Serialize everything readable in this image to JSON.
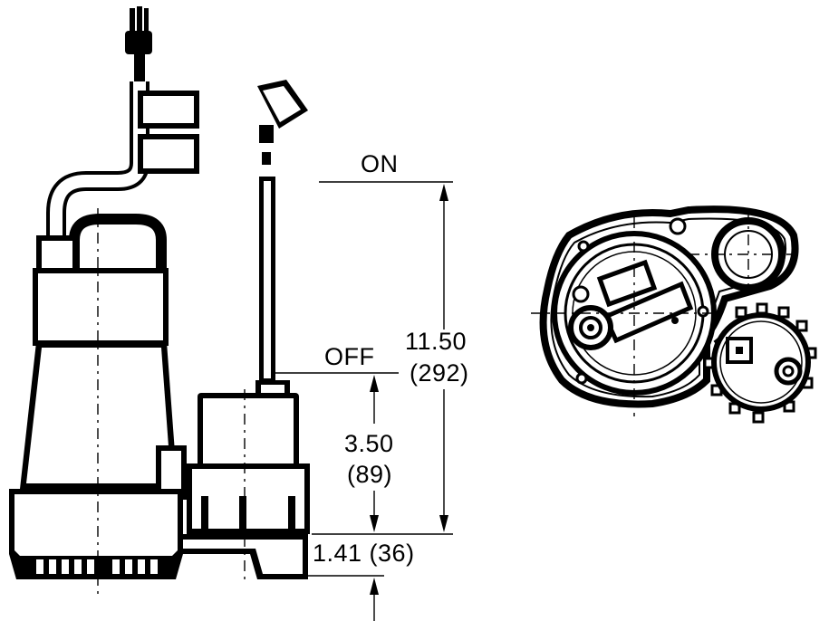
{
  "labels": {
    "on": "ON",
    "off": "OFF",
    "total_in": "11.50",
    "total_mm": "(292)",
    "off_in": "3.50",
    "off_mm": "(89)",
    "inlet": "1.41 (36)"
  }
}
